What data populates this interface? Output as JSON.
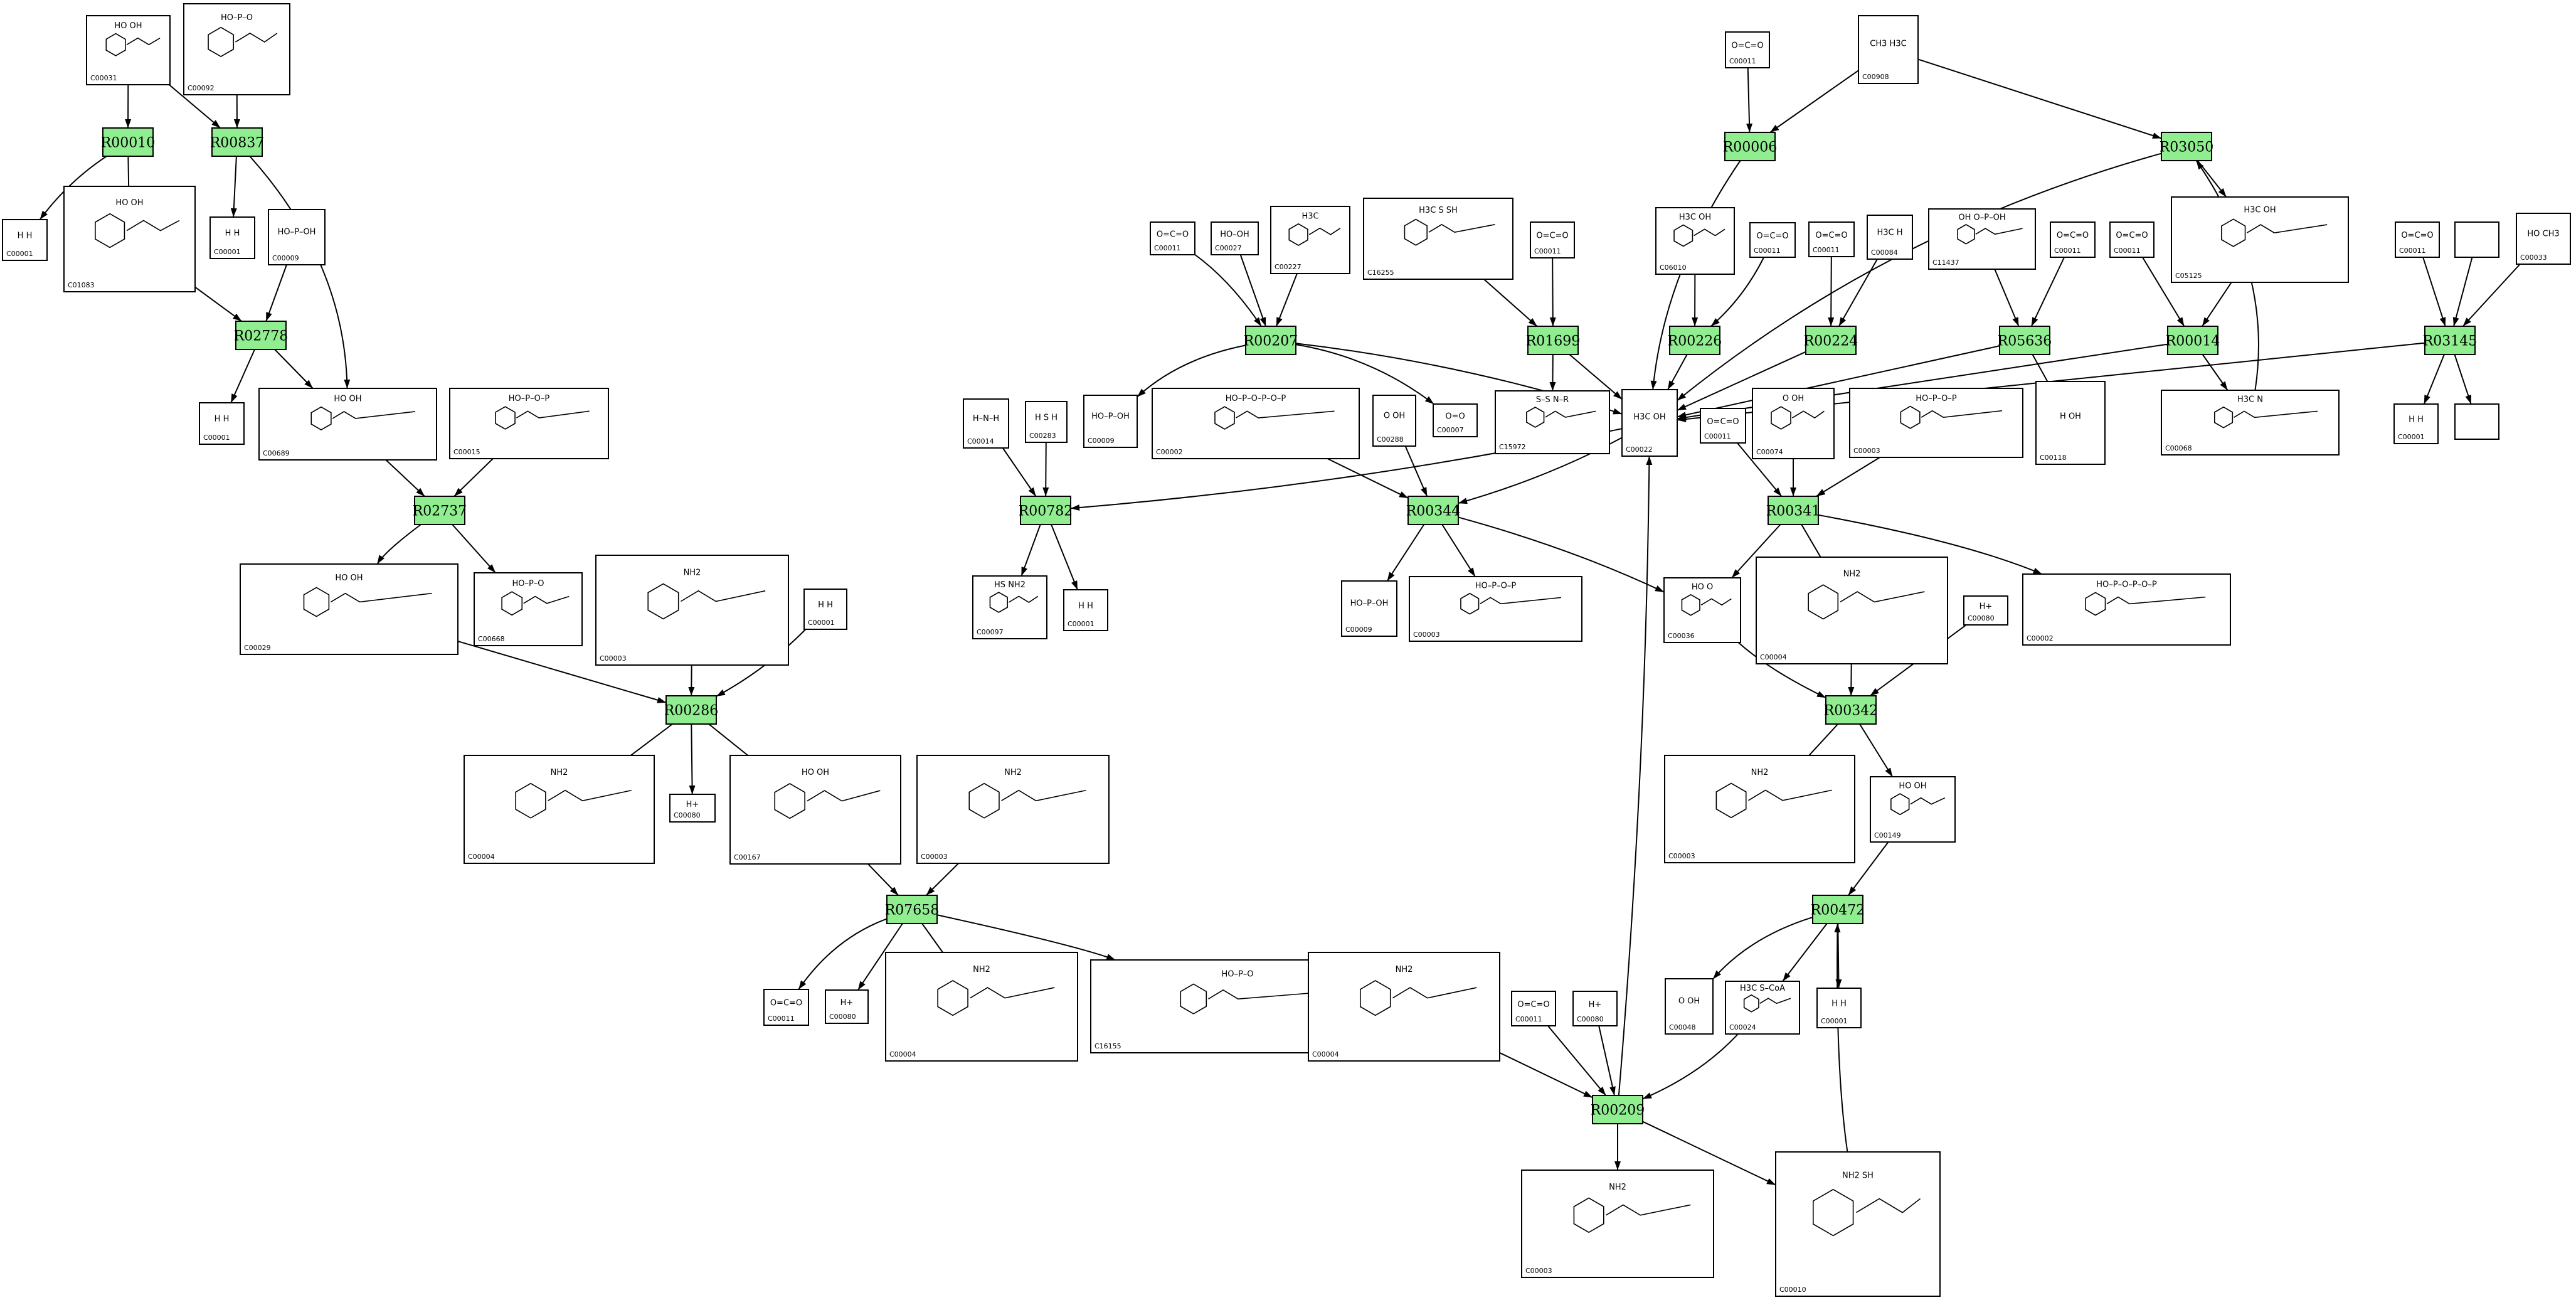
{
  "reactions": [
    {
      "id": "R00010",
      "label": "R00010"
    },
    {
      "id": "R00837",
      "label": "R00837"
    },
    {
      "id": "R02778",
      "label": "R02778"
    },
    {
      "id": "R02737",
      "label": "R02737"
    },
    {
      "id": "R00286",
      "label": "R00286"
    },
    {
      "id": "R07658",
      "label": "R07658"
    },
    {
      "id": "R00207",
      "label": "R00207"
    },
    {
      "id": "R00782",
      "label": "R00782"
    },
    {
      "id": "R00344",
      "label": "R00344"
    },
    {
      "id": "R01699",
      "label": "R01699"
    },
    {
      "id": "R00006",
      "label": "R00006"
    },
    {
      "id": "R03050",
      "label": "R03050"
    },
    {
      "id": "R00226",
      "label": "R00226"
    },
    {
      "id": "R00224",
      "label": "R00224"
    },
    {
      "id": "R05636",
      "label": "R05636"
    },
    {
      "id": "R00014",
      "label": "R00014"
    },
    {
      "id": "R03145",
      "label": "R03145"
    },
    {
      "id": "R00341",
      "label": "R00341"
    },
    {
      "id": "R00342",
      "label": "R00342"
    },
    {
      "id": "R00472",
      "label": "R00472"
    },
    {
      "id": "R00209",
      "label": "R00209"
    }
  ],
  "compounds": [
    {
      "id": "c00031",
      "label": "C00031",
      "glyph": "HO OH"
    },
    {
      "id": "c00092",
      "label": "C00092",
      "glyph": "HO–P–O"
    },
    {
      "id": "c00001a",
      "label": "C00001",
      "glyph": "H   H"
    },
    {
      "id": "c01083",
      "label": "C01083",
      "glyph": "HO OH"
    },
    {
      "id": "c00001b",
      "label": "C00001",
      "glyph": "H   H"
    },
    {
      "id": "c00009a",
      "label": "C00009",
      "glyph": "HO–P–OH"
    },
    {
      "id": "c00001c",
      "label": "C00001",
      "glyph": "H   H"
    },
    {
      "id": "c00689",
      "label": "C00689",
      "glyph": "HO OH"
    },
    {
      "id": "c00015",
      "label": "C00015",
      "glyph": "HO–P–O–P"
    },
    {
      "id": "c00029",
      "label": "C00029",
      "glyph": "HO OH"
    },
    {
      "id": "c00668",
      "label": "C00668",
      "glyph": "HO–P–O"
    },
    {
      "id": "c00003a",
      "label": "C00003",
      "glyph": "NH2"
    },
    {
      "id": "c00001d",
      "label": "C00001",
      "glyph": "H   H"
    },
    {
      "id": "c00004a",
      "label": "C00004",
      "glyph": "NH2"
    },
    {
      "id": "c00080a",
      "label": "C00080",
      "glyph": "H+"
    },
    {
      "id": "c00167",
      "label": "C00167",
      "glyph": "HO OH"
    },
    {
      "id": "c00003b",
      "label": "C00003",
      "glyph": "NH2"
    },
    {
      "id": "c00011a",
      "label": "C00011",
      "glyph": "O=C=O"
    },
    {
      "id": "c00080b",
      "label": "C00080",
      "glyph": "H+"
    },
    {
      "id": "c00004b",
      "label": "C00004",
      "glyph": "NH2"
    },
    {
      "id": "c16155",
      "label": "C16155",
      "glyph": "HO–P–O"
    },
    {
      "id": "c00011b",
      "label": "C00011",
      "glyph": "O=C=O"
    },
    {
      "id": "c00027",
      "label": "C00027",
      "glyph": "HO–OH"
    },
    {
      "id": "c00227",
      "label": "C00227",
      "glyph": "H3C"
    },
    {
      "id": "c16255",
      "label": "C16255",
      "glyph": "H3C  S  SH"
    },
    {
      "id": "c00009b",
      "label": "C00009",
      "glyph": "HO–P–OH"
    },
    {
      "id": "c00002a",
      "label": "C00002",
      "glyph": "HO–P–O–P–O–P"
    },
    {
      "id": "c00007",
      "label": "C00007",
      "glyph": "O=O"
    },
    {
      "id": "c00014",
      "label": "C00014",
      "glyph": "H–N–H"
    },
    {
      "id": "c00283",
      "label": "C00283",
      "glyph": "H  S  H"
    },
    {
      "id": "c00097",
      "label": "C00097",
      "glyph": "HS  NH2"
    },
    {
      "id": "c00001e",
      "label": "C00001",
      "glyph": "H   H"
    },
    {
      "id": "c00288",
      "label": "C00288",
      "glyph": "O  OH"
    },
    {
      "id": "c00009c",
      "label": "C00009",
      "glyph": "HO–P–OH"
    },
    {
      "id": "c00003c",
      "label": "C00003",
      "glyph": "HO–P–O–P"
    },
    {
      "id": "c00011c",
      "label": "C00011",
      "glyph": "O=C=O"
    },
    {
      "id": "c15972",
      "label": "C15972",
      "glyph": "S–S   N–R"
    },
    {
      "id": "c00011d",
      "label": "C00011",
      "glyph": "O=C=O"
    },
    {
      "id": "c00908",
      "label": "C00908",
      "glyph": "CH3 H3C"
    },
    {
      "id": "c00022",
      "label": "C00022",
      "glyph": "H3C  OH"
    },
    {
      "id": "c06010",
      "label": "C06010",
      "glyph": "H3C OH"
    },
    {
      "id": "c00011e",
      "label": "C00011",
      "glyph": "O=C=O"
    },
    {
      "id": "c00011f",
      "label": "C00011",
      "glyph": "O=C=O"
    },
    {
      "id": "c00084",
      "label": "C00084",
      "glyph": "H3C  H"
    },
    {
      "id": "c11437",
      "label": "C11437",
      "glyph": "OH  O–P–OH"
    },
    {
      "id": "c00011g",
      "label": "C00011",
      "glyph": "O=C=O"
    },
    {
      "id": "c00011h",
      "label": "C00011",
      "glyph": "O=C=O"
    },
    {
      "id": "c05125",
      "label": "C05125",
      "glyph": "H3C  OH"
    },
    {
      "id": "c00011i",
      "label": "C00011",
      "glyph": "O=C=O"
    },
    {
      "id": "c_blank1",
      "label": "",
      "glyph": ""
    },
    {
      "id": "c00033",
      "label": "C00033",
      "glyph": "HO  CH3"
    },
    {
      "id": "c00118",
      "label": "C00118",
      "glyph": "H  OH"
    },
    {
      "id": "c00068",
      "label": "C00068",
      "glyph": "H3C  N"
    },
    {
      "id": "c00001f",
      "label": "C00001",
      "glyph": "H   H"
    },
    {
      "id": "c_blank2",
      "label": "",
      "glyph": ""
    },
    {
      "id": "c00011j",
      "label": "C00011",
      "glyph": "O=C=O"
    },
    {
      "id": "c00074",
      "label": "C00074",
      "glyph": "O  OH"
    },
    {
      "id": "c00003d",
      "label": "C00003",
      "glyph": "HO–P–O–P"
    },
    {
      "id": "c00036",
      "label": "C00036",
      "glyph": "HO  O"
    },
    {
      "id": "c00004c",
      "label": "C00004",
      "glyph": "NH2"
    },
    {
      "id": "c00080c",
      "label": "C00080",
      "glyph": "H+"
    },
    {
      "id": "c00002b",
      "label": "C00002",
      "glyph": "HO–P–O–P–O–P"
    },
    {
      "id": "c00003e",
      "label": "C00003",
      "glyph": "NH2"
    },
    {
      "id": "c00149",
      "label": "C00149",
      "glyph": "HO  OH"
    },
    {
      "id": "c00048",
      "label": "C00048",
      "glyph": "O  OH"
    },
    {
      "id": "c00024",
      "label": "C00024",
      "glyph": "H3C  S–CoA"
    },
    {
      "id": "c00001g",
      "label": "C00001",
      "glyph": "H   H"
    },
    {
      "id": "c00004d",
      "label": "C00004",
      "glyph": "NH2"
    },
    {
      "id": "c00011k",
      "label": "C00011",
      "glyph": "O=C=O"
    },
    {
      "id": "c00080d",
      "label": "C00080",
      "glyph": "H+"
    },
    {
      "id": "c00003f",
      "label": "C00003",
      "glyph": "NH2"
    },
    {
      "id": "c00010",
      "label": "C00010",
      "glyph": "NH2  SH"
    }
  ]
}
